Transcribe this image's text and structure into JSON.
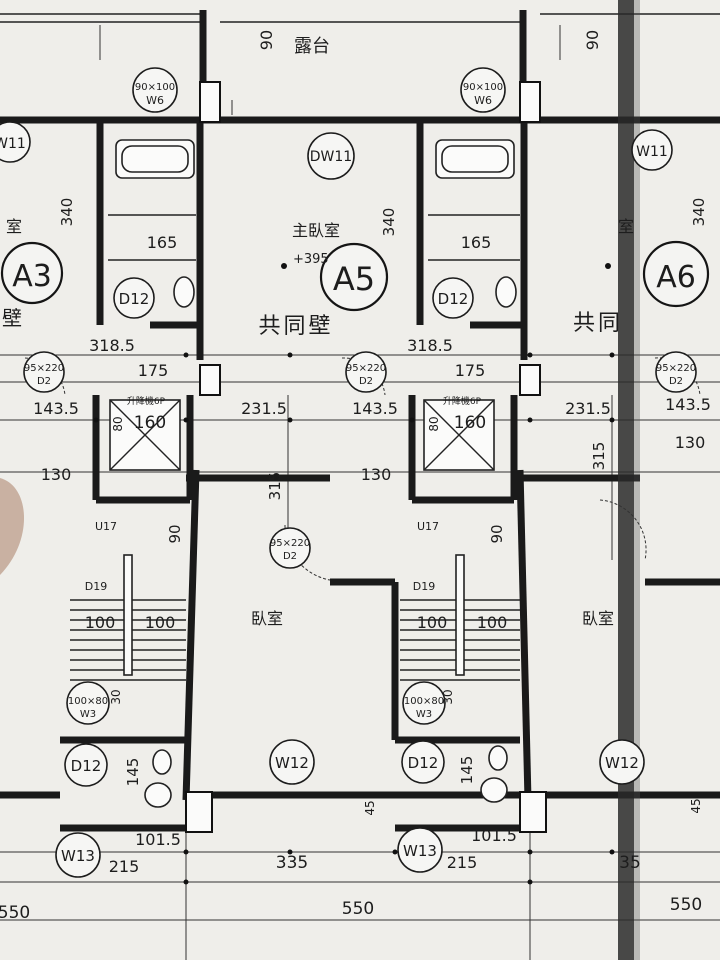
{
  "units": {
    "a3": "A3",
    "a5": "A5",
    "a6": "A6"
  },
  "rooms": {
    "balcony": "露台",
    "master_bedroom": "主臥室",
    "bedroom_center": "臥室",
    "bedroom_right": "臥室",
    "room_left_partial": "室",
    "room_right_partial": "室",
    "party_wall_left": "壁",
    "party_wall_center": "共同壁",
    "party_wall_right": "共同",
    "elevator_left": "升降機6P",
    "elevator_right": "升降機6P"
  },
  "tags": {
    "dw11": "DW11",
    "w11_left": "W11",
    "w11_right": "W11",
    "w6_left_size": "90×100",
    "w6_left": "W6",
    "w6_right_size": "90×100",
    "w6_right": "W6",
    "d12_top_left": "D12",
    "d12_top_right": "D12",
    "d2_1_size": "95×220",
    "d2_1": "D2",
    "d2_2_size": "95×220",
    "d2_2": "D2",
    "d2_3_size": "95×220",
    "d2_3": "D2",
    "d2_4_size": "95×220",
    "d2_4": "D2",
    "u17_left": "U17",
    "u17_right": "U17",
    "d19_left": "D19",
    "d19_right": "D19",
    "w3_left_size": "100×80",
    "w3_left": "W3",
    "w3_right_size": "100×80",
    "w3_right": "W3",
    "d12_bottom_left": "D12",
    "d12_bottom_right": "D12",
    "w12_center": "W12",
    "w12_right": "W12",
    "w13_left": "W13",
    "w13_right": "W13",
    "level": "+395"
  },
  "dimensions": {
    "d90_top_left": "90",
    "d90_top_right": "90",
    "d340_left": "340",
    "d340_center": "340",
    "d340_right": "340",
    "d165_left": "165",
    "d165_right": "165",
    "d318_left": "318.5",
    "d318_right": "318.5",
    "d175_left": "175",
    "d175_right": "175",
    "d143_1": "143.5",
    "d143_2": "143.5",
    "d143_3": "143.5",
    "d231_1": "231.5",
    "d231_2": "231.5",
    "d160_left": "160",
    "d160_right": "160",
    "d80_left": "80",
    "d80_right": "80",
    "d130_1": "130",
    "d130_2": "130",
    "d130_3": "130",
    "d315_center": "315",
    "d315_right": "315",
    "d90_stair_left": "90",
    "d90_stair_right": "90",
    "d100_1": "100",
    "d100_2": "100",
    "d100_3": "100",
    "d100_4": "100",
    "d30_left": "30",
    "d30_right": "30",
    "d145_left": "145",
    "d145_right": "145",
    "d45_center": "45",
    "d45_right": "45",
    "d101_left": "101.5",
    "d101_right": "101.5",
    "d215_left": "215",
    "d215_right": "215",
    "d335_center": "335",
    "d335_right": "35",
    "d550_left": "550",
    "d550_center": "550",
    "d550_right": "550"
  }
}
